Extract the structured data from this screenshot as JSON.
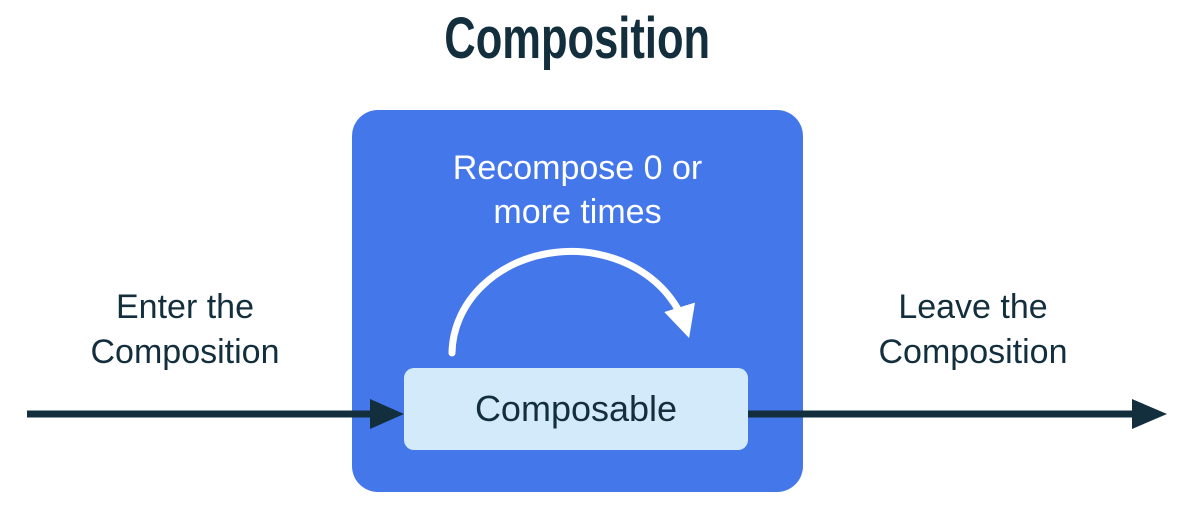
{
  "diagram": {
    "title": "Composition",
    "composition_box": {
      "recompose_label": "Recompose 0 or\nmore times",
      "composable_label": "Composable"
    },
    "enter_label": "Enter the\nComposition",
    "leave_label": "Leave the\nComposition",
    "icons": {
      "enter_arrow": "right-arrow-icon",
      "leave_arrow": "right-arrow-icon",
      "recompose_arrow": "curved-loop-arrow-icon"
    },
    "colors": {
      "ink": "#132F3D",
      "box_blue": "#4377EA",
      "box_light_blue": "#D3EAFB",
      "arrow_white": "#FFFFFF",
      "background": "#FFFFFF"
    }
  }
}
